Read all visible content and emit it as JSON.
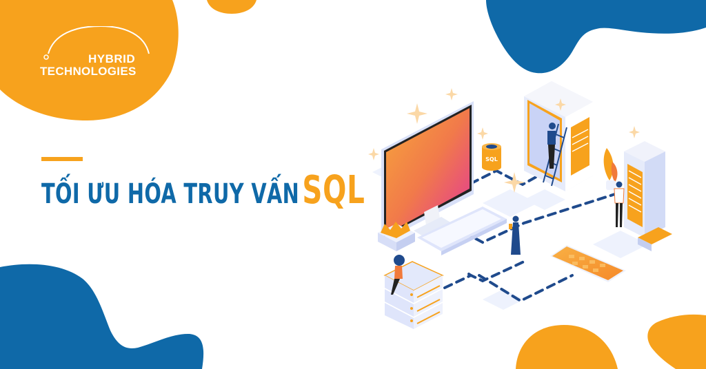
{
  "brand": {
    "logo_line1": "HYBRID",
    "logo_line2": "TECHNOLOGIES",
    "colors": {
      "orange": "#f7a21d",
      "blue": "#0f69a8",
      "dash": "#1f4a8c",
      "pale": "#e6ecfc"
    }
  },
  "headline": {
    "main": "TỐI ƯU HÓA TRUY VẤN",
    "highlight": "SQL"
  },
  "illustration": {
    "db_label": "SQL",
    "elements": [
      "monitor",
      "keyboard",
      "sql-database",
      "server-with-ladder",
      "server-rack",
      "smartphone",
      "server-stack",
      "people",
      "plant",
      "sparkles"
    ]
  }
}
